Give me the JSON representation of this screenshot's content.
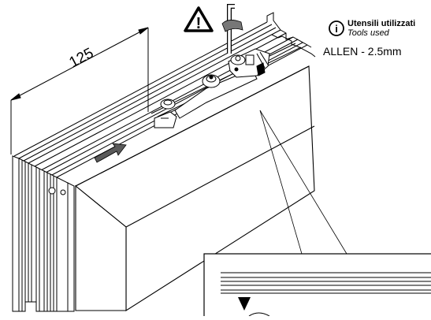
{
  "dimension": {
    "value": "125"
  },
  "tools": {
    "italian_label": "Utensili utilizzati",
    "english_label": "Tools used",
    "tool_name": "ALLEN - 2.5mm",
    "info_symbol": "i"
  },
  "warning": {
    "symbol": "!"
  }
}
